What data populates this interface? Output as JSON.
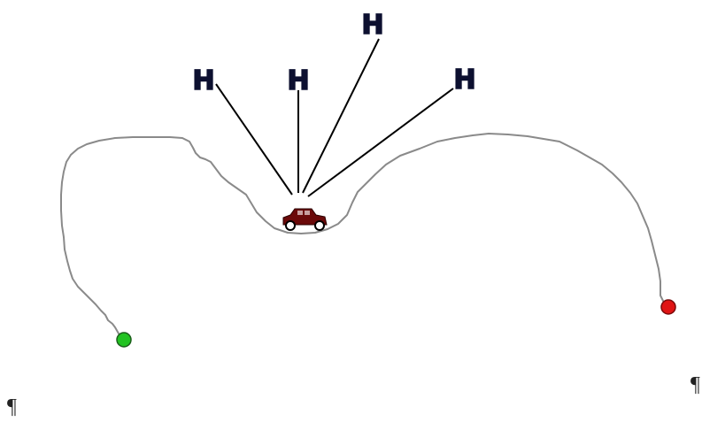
{
  "labels": {
    "h1": "H",
    "h2": "H",
    "h3": "H",
    "h4": "H"
  },
  "marks": {
    "pilcrow_left": "¶",
    "pilcrow_right": "¶"
  },
  "colors": {
    "road": "#8a8a8a",
    "line": "#000000",
    "start_marker": "#22c322",
    "end_marker": "#e01414",
    "car_body": "#6b0a0a",
    "label": "#0d1030"
  },
  "icons": {
    "car": "car-icon",
    "start": "green-dot-marker",
    "end": "red-dot-marker"
  }
}
